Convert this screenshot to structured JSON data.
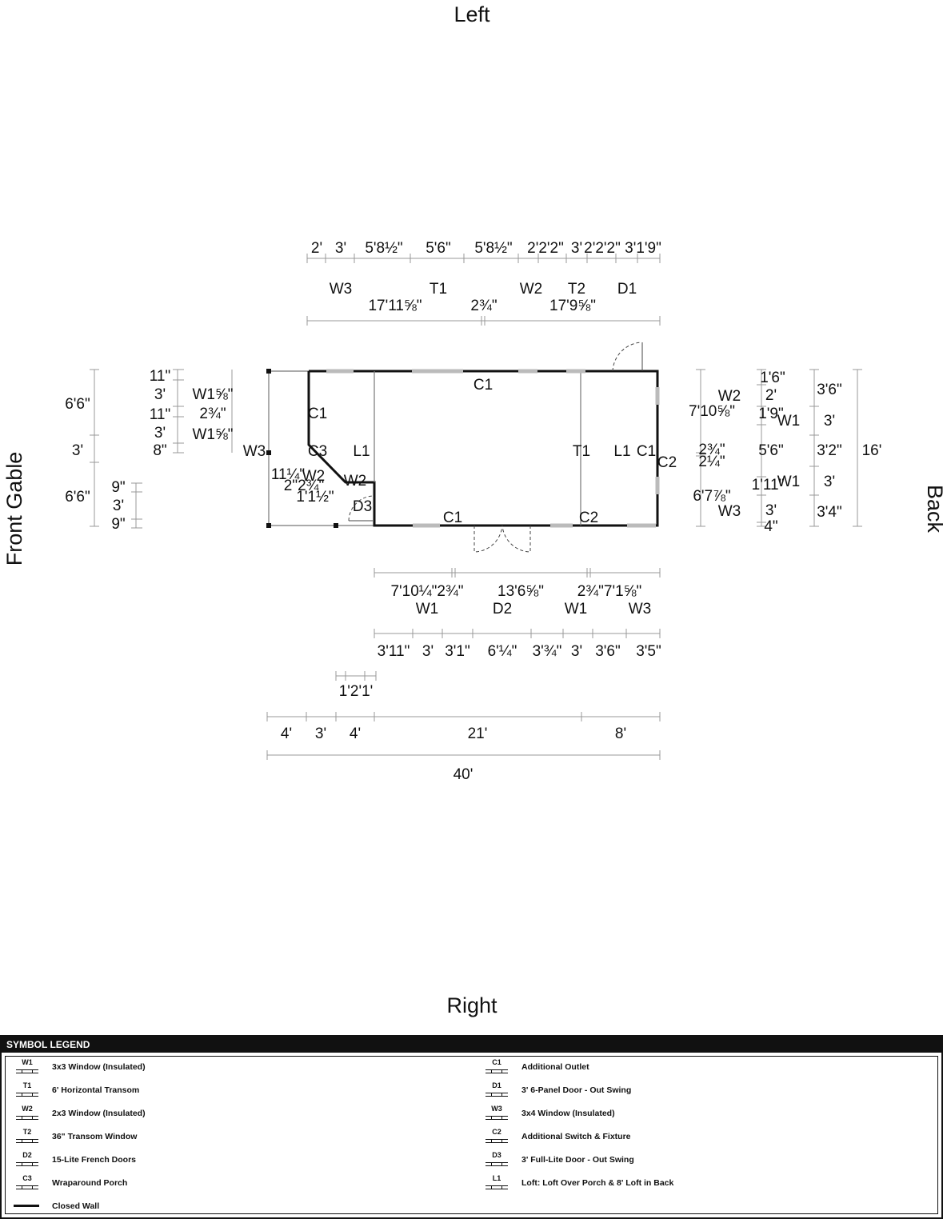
{
  "sides": {
    "left": "Left",
    "right": "Right",
    "front": "Front Gable",
    "back": "Back"
  },
  "top_dims": {
    "row1": [
      "2'",
      "3'",
      "5'8½\"",
      "5'6\"",
      "5'8½\"",
      "2'2'2\"",
      "3'",
      "2'2'2\"",
      "3'1'9\""
    ],
    "row2_labels": [
      "W3",
      "T1",
      "W2",
      "T2",
      "D1"
    ],
    "row2_dims": [
      "17'11⅝\"",
      "2¾\"",
      "17'9⅝\""
    ]
  },
  "front_dims": {
    "outer": [
      "6'6\"",
      "3'",
      "6'6\""
    ],
    "inner": [
      "11\"",
      "3'",
      "11\"",
      "3'",
      "8\""
    ],
    "window_dims": [
      "W1⅝\"",
      "2¾\"",
      "W1⅝\""
    ],
    "lower": [
      "9\"",
      "3'",
      "9\""
    ]
  },
  "back_dims": {
    "col1": [
      "7'10⅝\"",
      "2¾\"",
      "2¼\"",
      "6'7⅞\""
    ],
    "col2": [
      "1'6\"",
      "2'",
      "1'9\"",
      "5'6\"",
      "1'11\"",
      "3'",
      "4\""
    ],
    "col2_labels": [
      "W2",
      "W1",
      "W1",
      "W3"
    ],
    "col3": [
      "3'6\"",
      "3'",
      "3'2\"",
      "3'",
      "3'4\""
    ],
    "total": "16'"
  },
  "plan_labels": {
    "c1_top": "C1",
    "c1_left": "C1",
    "c3": "C3",
    "l1_left": "L1",
    "w3_front": "W3",
    "w2_porch": "W2",
    "w2_small": "W2",
    "d3": "D3",
    "c1_bottom": "C1",
    "c2_bottom": "C2",
    "t1_right": "T1",
    "l1_right": "L1",
    "c1_right": "C1",
    "c2_right": "C2",
    "porch_dims": [
      "11¼\"",
      "2\"2¾\"",
      "1'1½\""
    ]
  },
  "bottom_dims": {
    "row1": [
      "7'10¼\"2¾\"",
      "13'6⅝\"",
      "2¾\"7'1⅝\""
    ],
    "row1_labels": [
      "W1",
      "D2",
      "W1",
      "W3"
    ],
    "row2": [
      "3'11\"",
      "3'",
      "3'1\"",
      "6'¼\"",
      "3'¾\"",
      "3'",
      "3'6\"",
      "3'5\""
    ],
    "row3": "1'2'1'",
    "row4": [
      "4'",
      "3'",
      "4'",
      "21'",
      "8'"
    ],
    "total": "40'"
  },
  "legend": {
    "title": "SYMBOL LEGEND",
    "items": [
      {
        "code": "W1",
        "desc": "3x3 Window (Insulated)"
      },
      {
        "code": "T1",
        "desc": "6' Horizontal Transom"
      },
      {
        "code": "W2",
        "desc": "2x3 Window (Insulated)"
      },
      {
        "code": "T2",
        "desc": "36\" Transom Window"
      },
      {
        "code": "D2",
        "desc": "15-Lite French Doors"
      },
      {
        "code": "C3",
        "desc": "Wraparound Porch"
      },
      {
        "code": "",
        "desc": "Closed Wall"
      },
      {
        "code": "C1",
        "desc": "Additional Outlet"
      },
      {
        "code": "D1",
        "desc": "3' 6-Panel Door - Out Swing"
      },
      {
        "code": "W3",
        "desc": "3x4 Window (Insulated)"
      },
      {
        "code": "C2",
        "desc": "Additional Switch & Fixture"
      },
      {
        "code": "D3",
        "desc": "3' Full-Lite Door - Out Swing"
      },
      {
        "code": "L1",
        "desc": "Loft: Loft Over Porch & 8' Loft in Back"
      }
    ]
  }
}
